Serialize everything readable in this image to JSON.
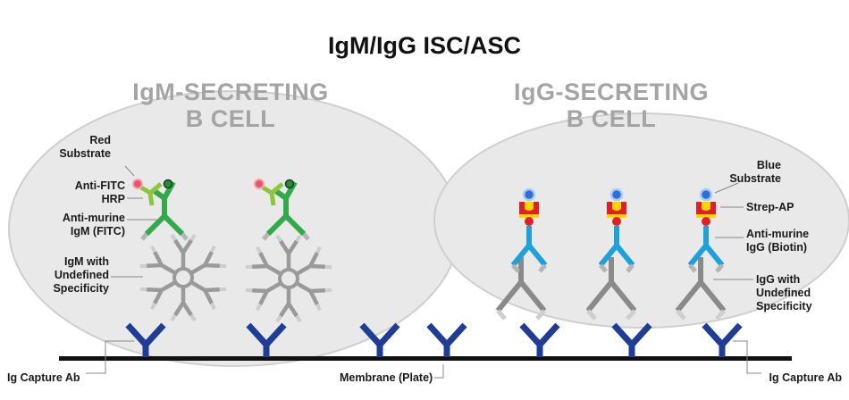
{
  "title": "IgM/IgG ISC/ASC",
  "colors": {
    "cell_fill": "#e9e9e9",
    "cell_stroke": "#cfcfcf",
    "cell_title": "#a4a4a4",
    "capture_ab": "#1f3c96",
    "membrane": "#111111",
    "igm_gray": "#9a9a9a",
    "anti_murine_igm": "#33aa4a",
    "anti_fitc_hrp": "#8cc63f",
    "red_substrate": "#e8556b",
    "anti_murine_igg": "#1ea0db",
    "strep_ap_outer": "#e21f26",
    "strep_ap_inner": "#ffd400",
    "blue_substrate": "#2d6fd8",
    "igg_gray": "#8a8a8a"
  },
  "icons": {
    "capture_ab": "y-antibody-icon",
    "igm": "pentamer-icon",
    "igg": "y-antibody-icon",
    "strep_ap": "enzyme-icon",
    "substrate": "bead-icon"
  },
  "igm_cell": {
    "title_line1": "IgM-SECRETING",
    "title_line2": "B CELL",
    "labels": {
      "red_substrate_1": "Red",
      "red_substrate_2": "Substrate",
      "anti_fitc_1": "Anti-FITC",
      "anti_fitc_2": "HRP",
      "anti_murine_1": "Anti-murine",
      "anti_murine_2": "IgM (FITC)",
      "igm_1": "IgM with",
      "igm_2": "Undefined",
      "igm_3": "Specificity"
    }
  },
  "igg_cell": {
    "title_line1": "IgG-SECRETING",
    "title_line2": "B CELL",
    "labels": {
      "blue_substrate_1": "Blue",
      "blue_substrate_2": "Substrate",
      "strep_ap": "Strep-AP",
      "anti_murine_1": "Anti-murine",
      "anti_murine_2": "IgG (Biotin)",
      "igg_1": "IgG with",
      "igg_2": "Undefined",
      "igg_3": "Specificity"
    }
  },
  "bottom_labels": {
    "left_capture": "Ig Capture Ab",
    "membrane": "Membrane (Plate)",
    "right_capture": "Ig Capture Ab"
  }
}
